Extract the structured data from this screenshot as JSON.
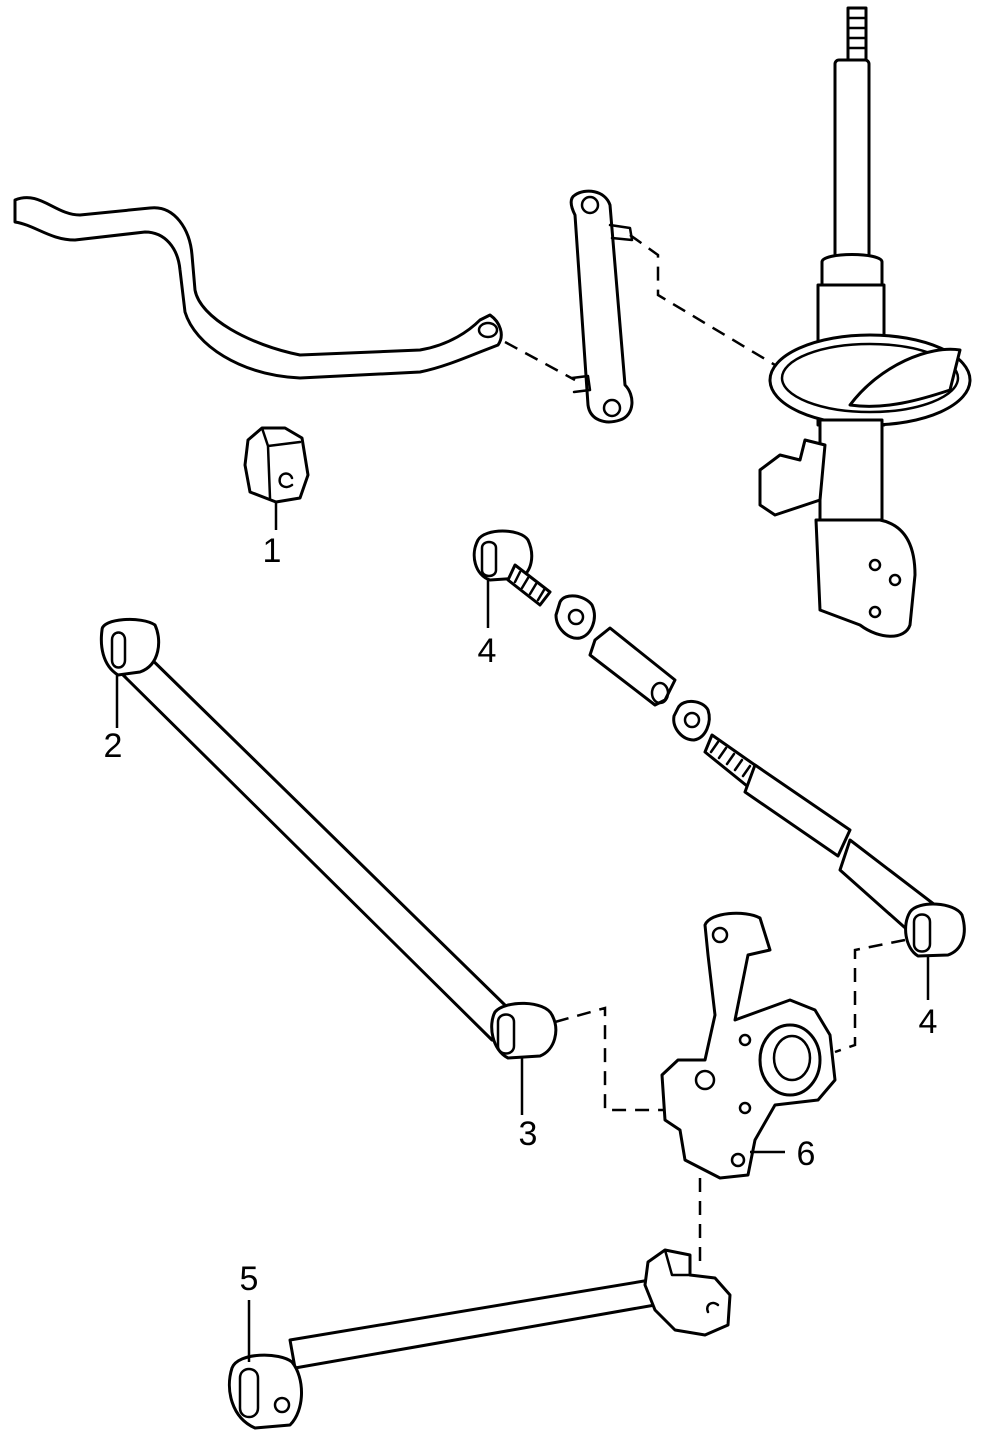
{
  "diagram": {
    "colors": {
      "line": "#000000",
      "background": "#ffffff"
    },
    "callouts": [
      {
        "id": "callout-1",
        "label": "1"
      },
      {
        "id": "callout-2",
        "label": "2"
      },
      {
        "id": "callout-3",
        "label": "3"
      },
      {
        "id": "callout-4-top",
        "label": "4"
      },
      {
        "id": "callout-4-right",
        "label": "4"
      },
      {
        "id": "callout-5",
        "label": "5"
      },
      {
        "id": "callout-6",
        "label": "6"
      }
    ]
  }
}
